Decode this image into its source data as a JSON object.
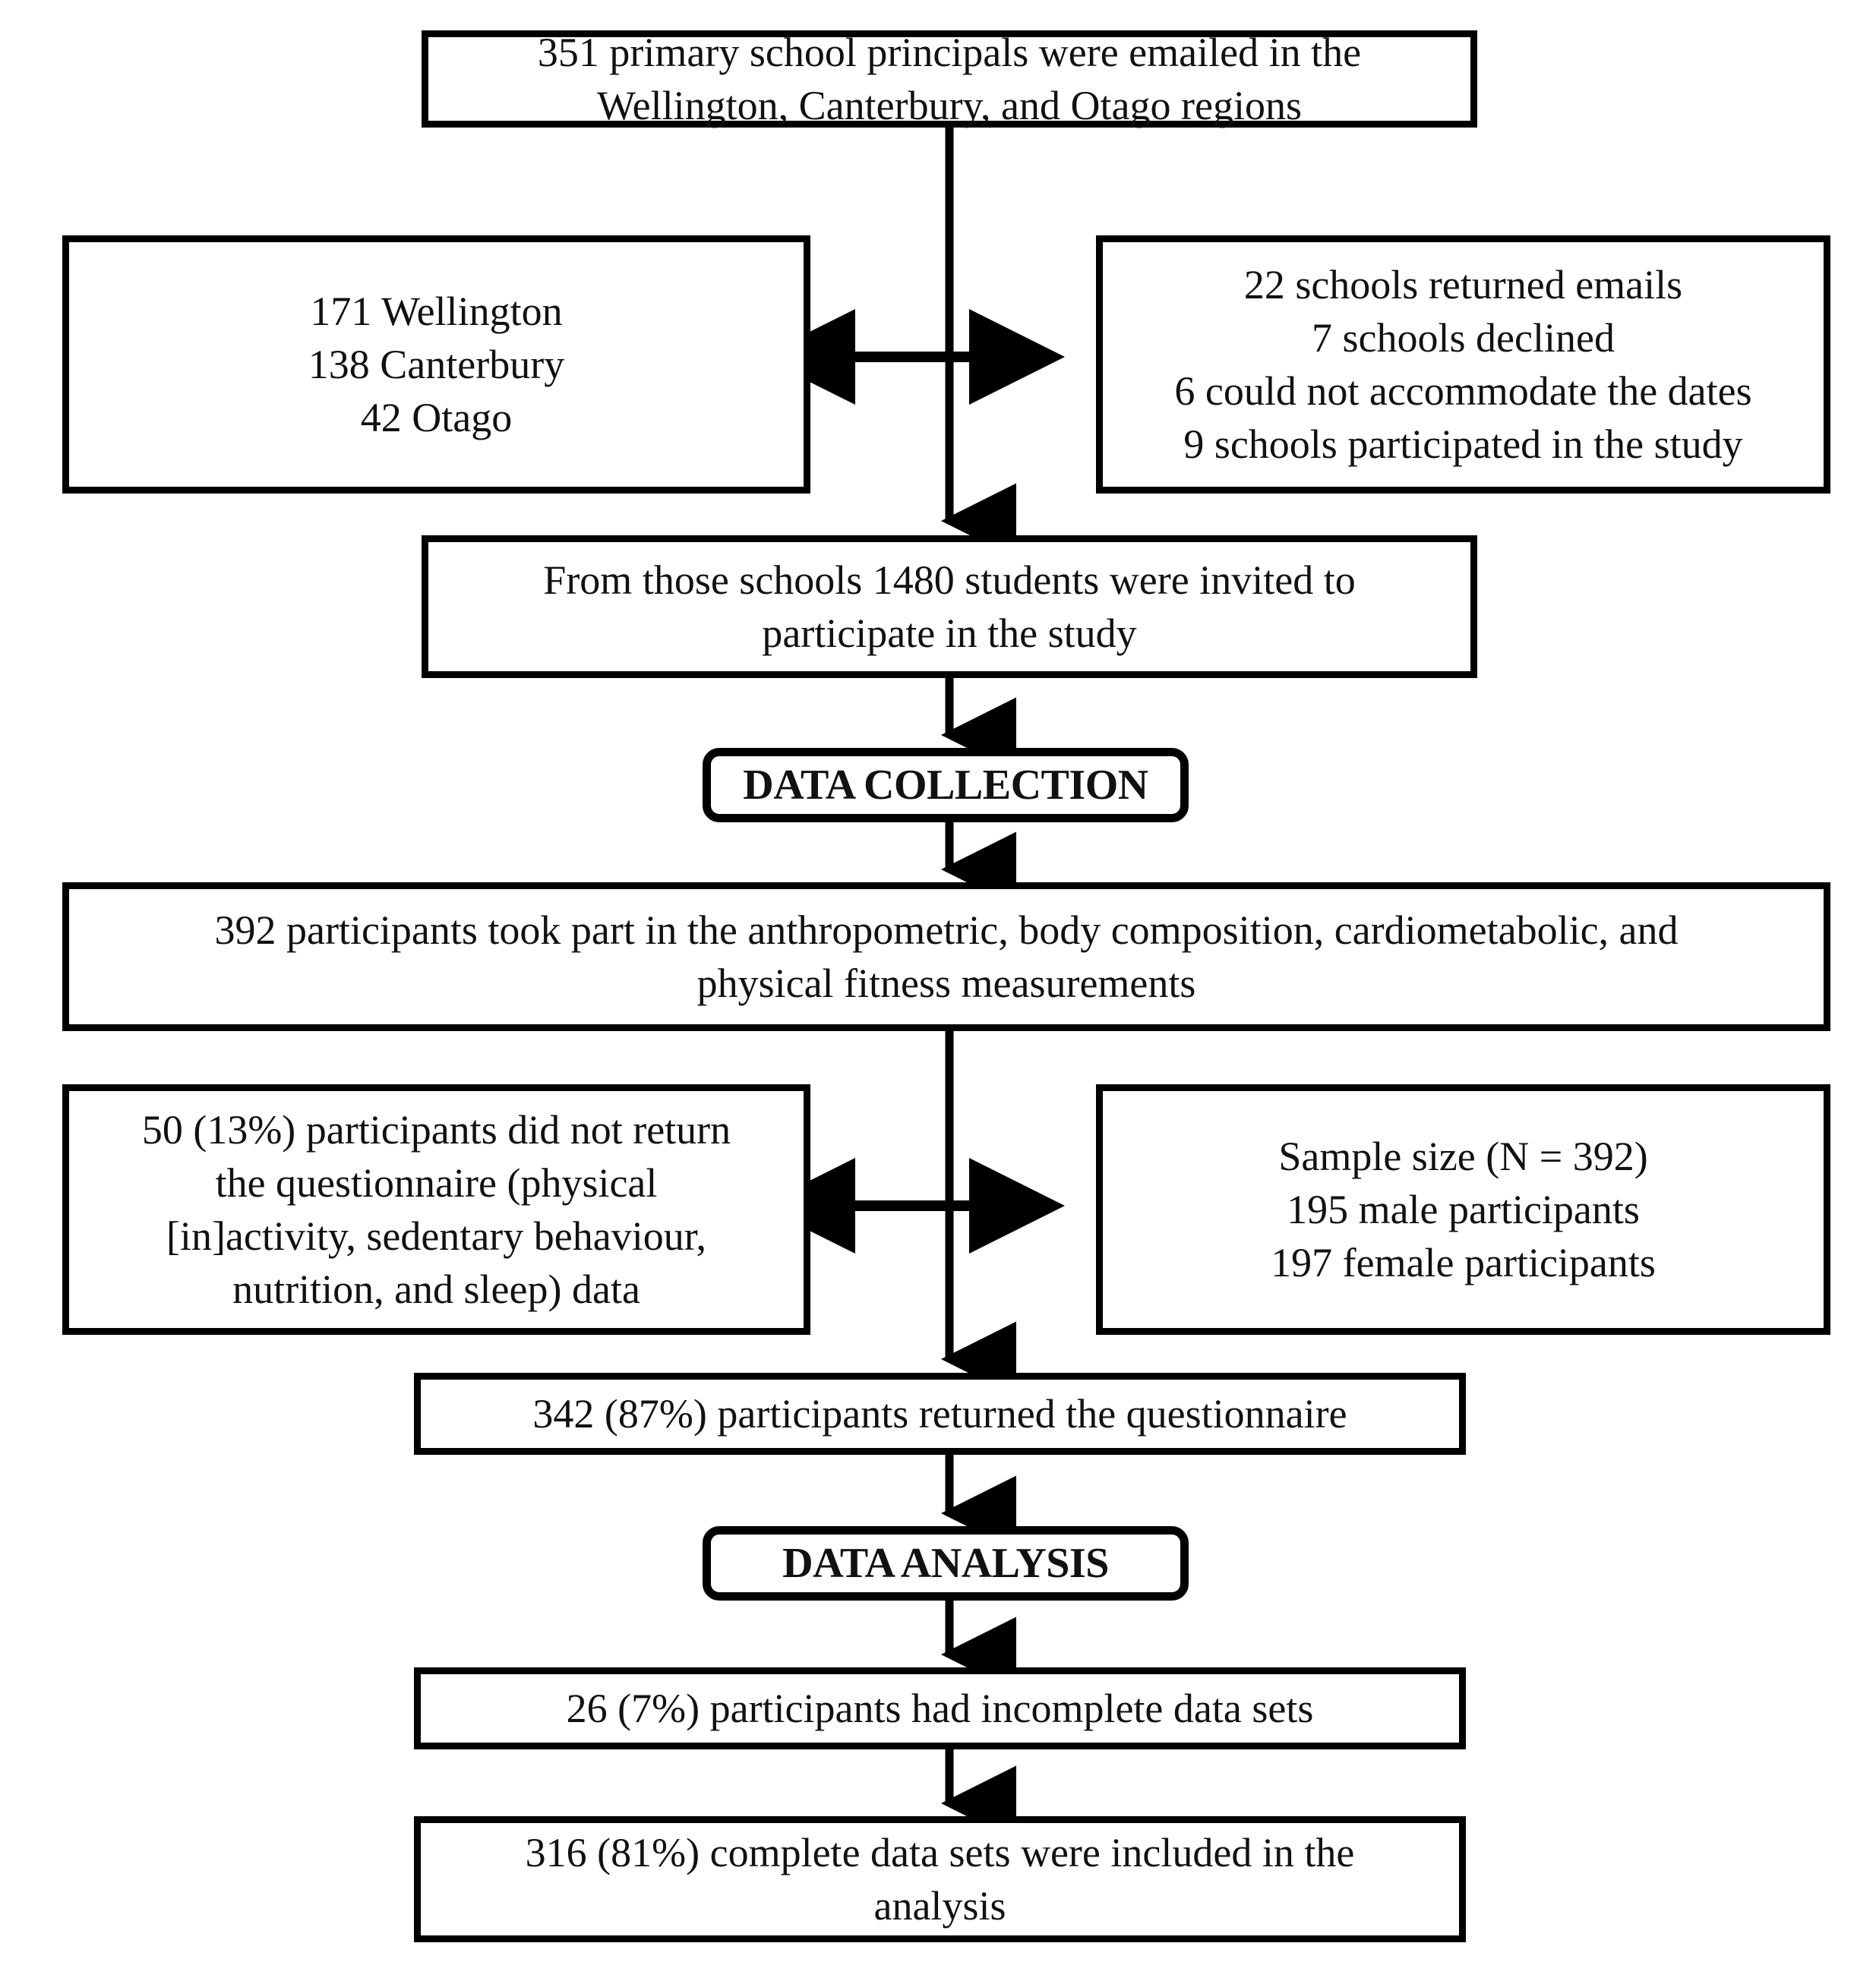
{
  "diagram": {
    "title": "Study participant recruitment and data flow",
    "stroke_color": "#000000",
    "fill_color": "#ffffff",
    "text_color": "#111111"
  },
  "nodes": {
    "emailed": {
      "text": "351 primary school principals were emailed in the\nWellington, Canterbury, and Otago regions"
    },
    "regions": {
      "text": "171 Wellington\n138 Canterbury\n42 Otago"
    },
    "responses": {
      "text": "22 schools returned emails\n7 schools declined\n6 could not accommodate the dates\n9 schools participated in the study"
    },
    "invited": {
      "text": "From those schools 1480 students were invited to\nparticipate in the study"
    },
    "data_collection": {
      "text": "DATA COLLECTION"
    },
    "measured": {
      "text": "392 participants took part in the anthropometric, body composition, cardiometabolic, and\nphysical fitness measurements"
    },
    "not_returned": {
      "text": "50 (13%) participants did not return\nthe questionnaire (physical\n[in]activity, sedentary behaviour,\nnutrition, and sleep) data"
    },
    "sample": {
      "text": "Sample size (N = 392)\n195 male participants\n197 female participants"
    },
    "returned": {
      "text": "342 (87%) participants returned the questionnaire"
    },
    "data_analysis": {
      "text": "DATA ANALYSIS"
    },
    "incomplete": {
      "text": "26 (7%) participants had incomplete data sets"
    },
    "included": {
      "text": "316 (81%) complete data sets were included in the\nanalysis"
    }
  },
  "connectors": [
    {
      "name": "emailed-to-invited",
      "type": "arrow-down"
    },
    {
      "name": "regions-to-responses",
      "type": "double-arrow-horizontal"
    },
    {
      "name": "invited-to-data-collection",
      "type": "arrow-down"
    },
    {
      "name": "data-collection-to-measured",
      "type": "arrow-down"
    },
    {
      "name": "measured-to-returned",
      "type": "arrow-down"
    },
    {
      "name": "notreturned-to-sample",
      "type": "double-arrow-horizontal"
    },
    {
      "name": "returned-to-data-analysis",
      "type": "arrow-down"
    },
    {
      "name": "data-analysis-to-incomplete",
      "type": "arrow-down"
    },
    {
      "name": "incomplete-to-included",
      "type": "arrow-down"
    }
  ]
}
